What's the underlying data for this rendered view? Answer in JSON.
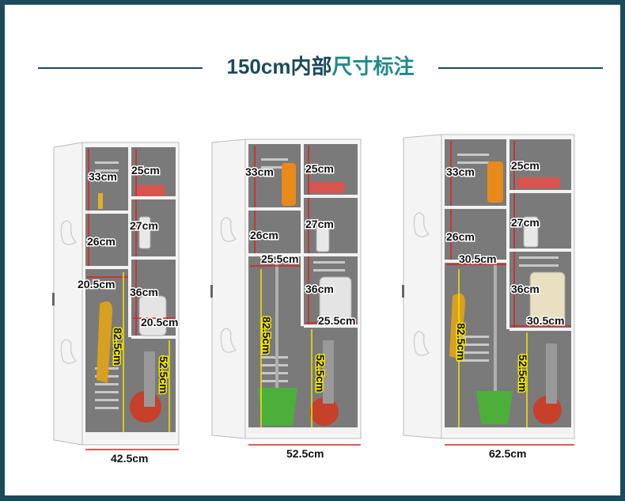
{
  "title": {
    "part1": "150cm内部",
    "part2": "尺寸标注"
  },
  "cabinets": [
    {
      "width_label": "42.5cm",
      "labels": {
        "upper_left": "33cm",
        "r1": "25cm",
        "left_mid": "26cm",
        "r2": "27cm",
        "shelf_w": "20.5cm",
        "r3": "36cm",
        "right_shelf_w": "20.5cm",
        "tall": "82.5cm",
        "lower": "52.5cm"
      }
    },
    {
      "width_label": "52.5cm",
      "labels": {
        "upper_left": "33cm",
        "r1": "25cm",
        "left_mid": "26cm",
        "r2": "27cm",
        "shelf_w": "25.5cm",
        "r3": "36cm",
        "right_shelf_w": "25.5cm",
        "tall": "82.5cm",
        "lower": "52.5cm"
      }
    },
    {
      "width_label": "62.5cm",
      "labels": {
        "upper_left": "33cm",
        "r1": "25cm",
        "left_mid": "26cm",
        "r2": "27cm",
        "shelf_w": "30.5cm",
        "r3": "36cm",
        "right_shelf_w": "30.5cm",
        "tall": "82.5cm",
        "lower": "52.5cm"
      }
    }
  ]
}
